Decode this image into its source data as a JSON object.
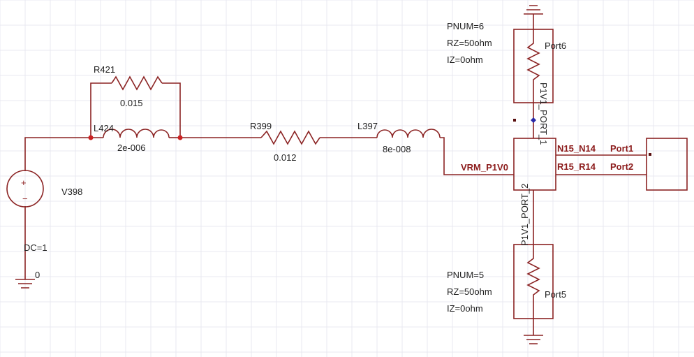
{
  "colors": {
    "wire": "#8b2323",
    "text": "#222222",
    "node": "#cc2222",
    "node_blue": "#2a2aa8",
    "grid": "#e9e9f0",
    "background": "#ffffff"
  },
  "components": {
    "r421": {
      "name": "R421",
      "value": "0.015"
    },
    "l424": {
      "name": "L424",
      "value": "2e-006"
    },
    "r399": {
      "name": "R399",
      "value": "0.012"
    },
    "l397": {
      "name": "L397",
      "value": "8e-008"
    },
    "v398": {
      "name": "V398",
      "dc": "DC=1"
    },
    "ground": {
      "label": "0"
    },
    "port6": {
      "name": "Port6",
      "pnum": "PNUM=6",
      "rz": "RZ=50ohm",
      "iz": "IZ=0ohm"
    },
    "port5": {
      "name": "Port5",
      "pnum": "PNUM=5",
      "rz": "RZ=50ohm",
      "iz": "IZ=0ohm"
    }
  },
  "nets": {
    "vrm": "VRM_P1V0",
    "port_1": "P1V1_PORT_1",
    "port_2": "P1V1_PORT_2",
    "n15_n14": "N15_N14",
    "r15_r14": "R15_R14",
    "port1": "Port1",
    "port2": "Port2"
  }
}
